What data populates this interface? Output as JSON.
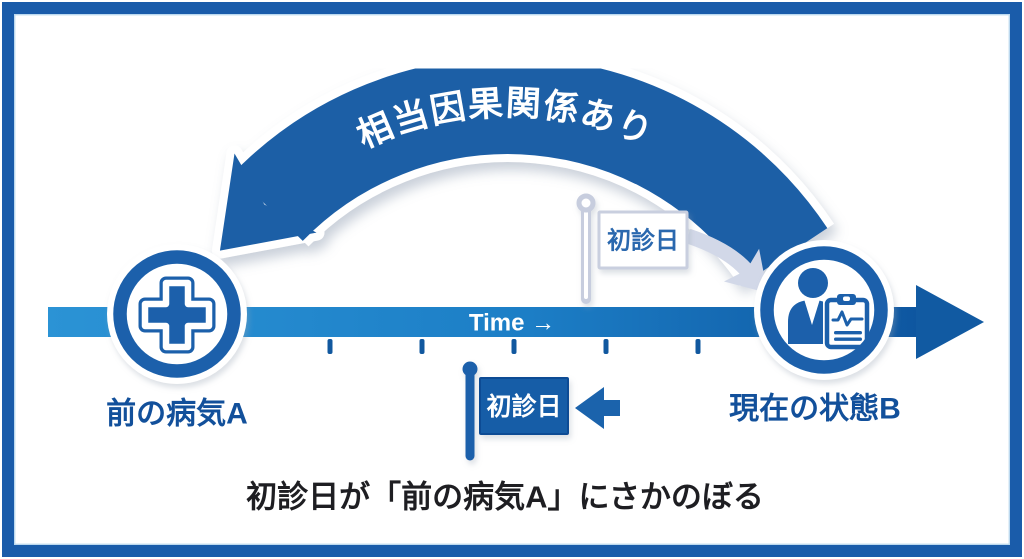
{
  "arc": {
    "label": "相当因果関係あり"
  },
  "timeline": {
    "label": "Time →",
    "tick_count": 5,
    "direction": "left-to-right"
  },
  "nodes": {
    "left": {
      "label": "前の病気A",
      "icon": "medical-cross"
    },
    "right": {
      "label": "現在の状態B",
      "icon": "patient-with-clipboard"
    }
  },
  "flags": {
    "top": {
      "label": "初診日",
      "style": "pale-outline"
    },
    "bottom": {
      "label": "初診日",
      "style": "solid-blue"
    }
  },
  "caption": {
    "text": "初診日が「前の病気A」にさかのぼる"
  },
  "colors": {
    "frame_blue": "#1a5caa",
    "primary_blue": "#1b61ab",
    "arc_blue": "#1e5fa6",
    "label_blue": "#12509b",
    "bar_gradient_left": "#2b93d5",
    "bar_gradient_right": "#0e56a0",
    "pale_outline": "#c9cfdf",
    "caption_text": "#1e1e22",
    "flag_fill": "#175da7"
  }
}
